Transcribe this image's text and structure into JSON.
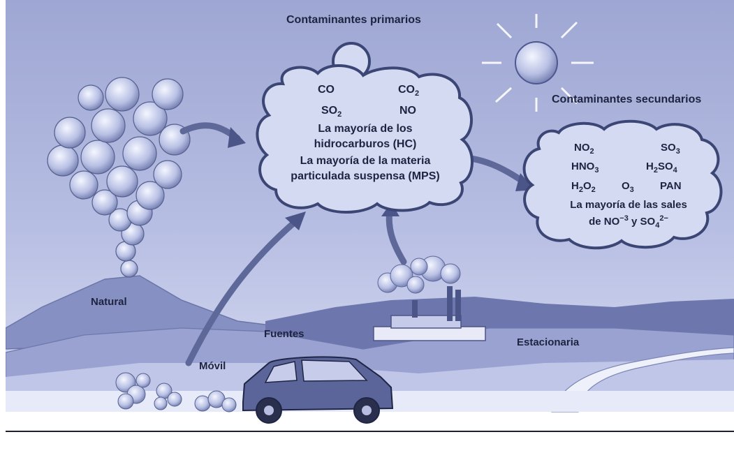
{
  "headings": {
    "primary": "Contaminantes primarios",
    "secondary": "Contaminantes secundarios"
  },
  "primary_cloud": {
    "co": "CO",
    "co2_base": "CO",
    "co2_sub": "2",
    "so2_base": "SO",
    "so2_sub": "2",
    "no": "NO",
    "line1": "La mayoría de los",
    "line2": "hidrocarburos (HC)",
    "line3": "La mayoría de la materia",
    "line4": "particulada suspensa (MPS)"
  },
  "secondary_cloud": {
    "no2_base": "NO",
    "no2_sub": "2",
    "so3_base": "SO",
    "so3_sub": "3",
    "hno3_base": "HNO",
    "hno3_sub": "3",
    "h2so4_h": "H",
    "h2so4_sub1": "2",
    "h2so4_so": "SO",
    "h2so4_sub2": "4",
    "h2o2_h": "H",
    "h2o2_sub1": "2",
    "h2o2_o": "O",
    "h2o2_sub2": "2",
    "o3_base": "O",
    "o3_sub": "3",
    "pan": "PAN",
    "line1": "La mayoría de las sales",
    "line2_a": "de NO",
    "line2_sup1": "−3",
    "line2_b": " y SO",
    "line2_sub": "4",
    "line2_sup2": "2−"
  },
  "sources": {
    "natural": "Natural",
    "fuentes": "Fuentes",
    "estacionaria": "Estacionaria",
    "movil": "Móvil"
  },
  "colors": {
    "sky_top": "#a9b1d9",
    "cloud_fill": "#d4daf2",
    "cloud_stroke": "#3b4675",
    "ink": "#1e2440",
    "arrow": "#5e6899"
  }
}
